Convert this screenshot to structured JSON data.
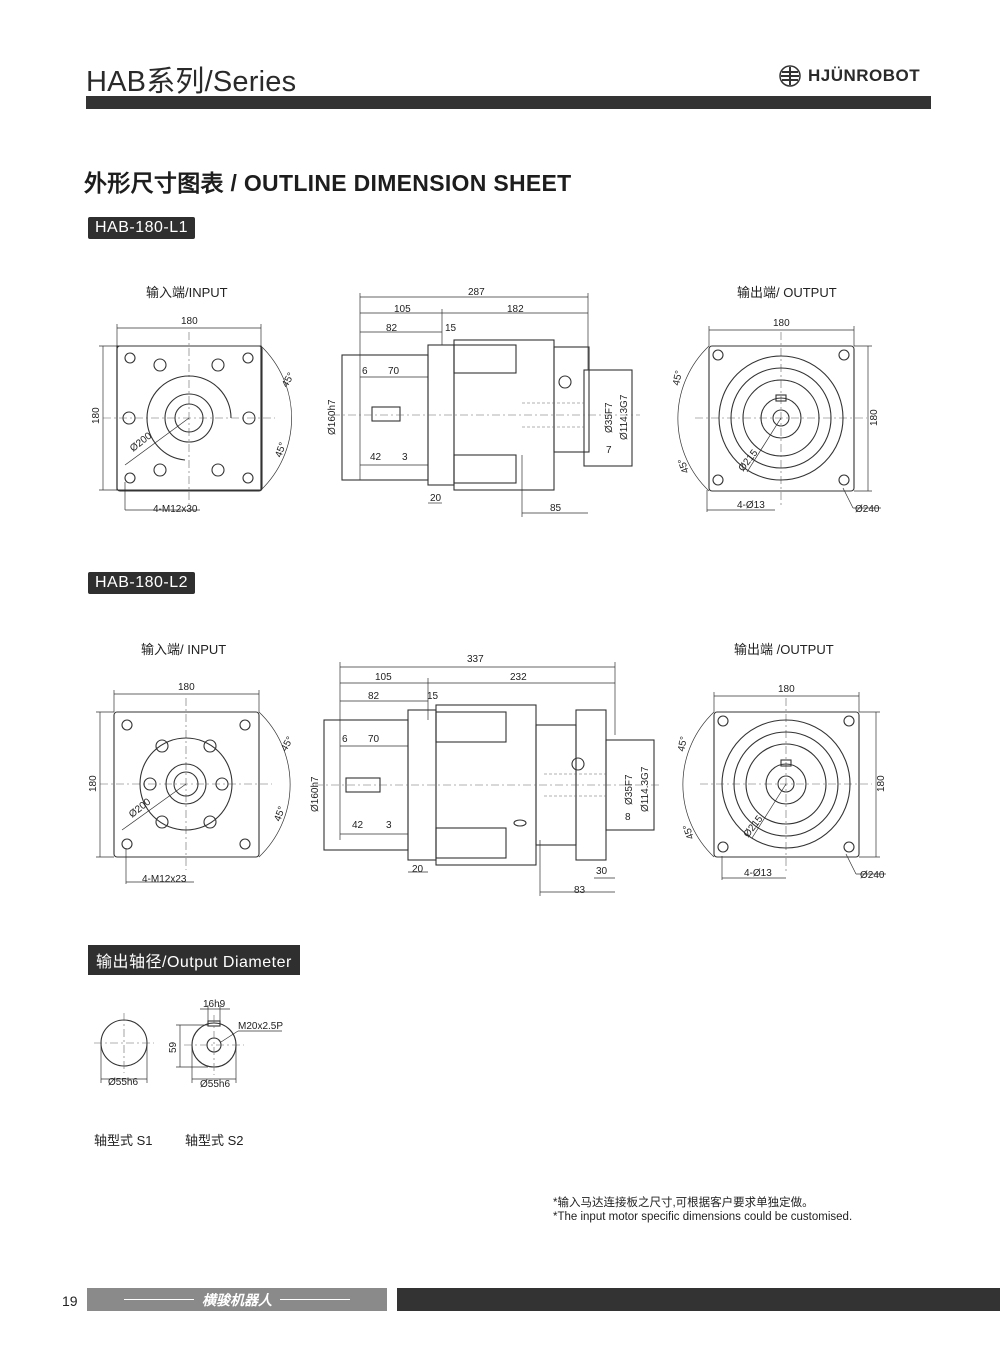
{
  "header": {
    "title": "HAB系列/Series",
    "brand": "HJÜNROBOT"
  },
  "sheet_title": "外形尺寸图表 / OUTLINE DIMENSION SHEET",
  "models": [
    {
      "tag": "HAB-180-L1",
      "input_label": "输入端/INPUT",
      "output_label": "输出端/ OUTPUT",
      "input": {
        "width": "180",
        "height": "180",
        "angle_a": "45°",
        "angle_b": "45°",
        "pcd": "Ø200",
        "holes": "4-M12x30"
      },
      "side": {
        "total": "287",
        "seg_a": "105",
        "seg_b": "182",
        "d82": "82",
        "d15": "15",
        "d6": "6",
        "d70": "70",
        "d42": "42",
        "d3": "3",
        "d20": "20",
        "d85": "85",
        "d7": "7",
        "dia160": "Ø160h7",
        "dia35": "Ø35F7",
        "dia114": "Ø114.3G7"
      },
      "output": {
        "width": "180",
        "height": "180",
        "angle_a": "45°",
        "angle_b": "45°",
        "pcd": "Ø215",
        "holes": "4-Ø13",
        "dia": "Ø240"
      }
    },
    {
      "tag": "HAB-180-L2",
      "input_label": "输入端/ INPUT",
      "output_label": "输出端 /OUTPUT",
      "input": {
        "width": "180",
        "height": "180",
        "angle_a": "45°",
        "angle_b": "45°",
        "pcd": "Ø200",
        "holes": "4-M12x23"
      },
      "side": {
        "total": "337",
        "seg_a": "105",
        "seg_b": "232",
        "d82": "82",
        "d15": "15",
        "d6": "6",
        "d70": "70",
        "d42": "42",
        "d3": "3",
        "d20": "20",
        "d83": "83",
        "d30": "30",
        "d8": "8",
        "dia160": "Ø160h7",
        "dia35": "Ø35F7",
        "dia114": "Ø114.3G7"
      },
      "output": {
        "width": "180",
        "height": "180",
        "angle_a": "45°",
        "angle_b": "45°",
        "pcd": "Ø215",
        "holes": "4-Ø13",
        "dia": "Ø240"
      }
    }
  ],
  "shaft": {
    "tag": "输出轴径/Output Diameter",
    "s1": {
      "dia": "Ø55h6",
      "label": "轴型式 S1"
    },
    "s2": {
      "dia": "Ø55h6",
      "key": "16h9",
      "thread": "M20x2.5P",
      "height": "59",
      "label": "轴型式 S2"
    }
  },
  "note": {
    "cn": "*输入马达连接板之尺寸,可根据客户要求单独定做。",
    "en": "*The input motor specific dimensions could be customised."
  },
  "footer": {
    "page": "19",
    "company": "横骏机器人"
  }
}
